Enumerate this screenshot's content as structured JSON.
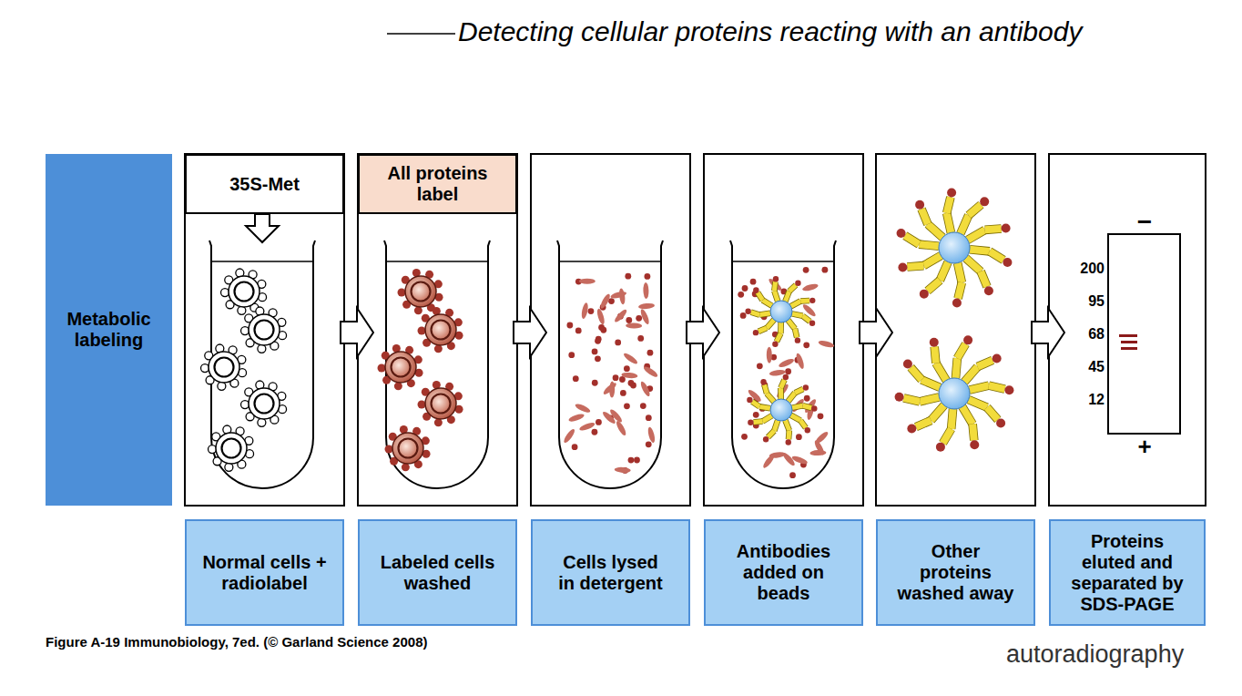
{
  "diagram": {
    "title": "Detecting cellular proteins reacting with an antibody",
    "caption": "Figure A-19 Immunobiology, 7ed. (© Garland Science 2008)",
    "nodes": [
      {
        "text": [
          "Metabolic labeling"
        ]
      },
      {
        "text": [
          "35S-Met"
        ]
      },
      {
        "text": [
          "All proteins label"
        ]
      },
      {
        "text": [
          "Normal cells + radiolabel"
        ]
      },
      {
        "text": [
          "Labeled cells washed"
        ]
      },
      {
        "text": [
          "Cells lysed in detergent"
        ]
      },
      {
        "text": [
          "Antibodies added on beads"
        ]
      },
      {
        "text": [
          "Other proteins washed away"
        ]
      },
      {
        "text": [
          "Proteins eluted and separated by SDS-PAGE"
        ]
      }
    ],
    "labels": [
      "−",
      "200",
      "95",
      "68",
      "45",
      "12",
      "+",
      "autoradiography"
    ]
  }
}
